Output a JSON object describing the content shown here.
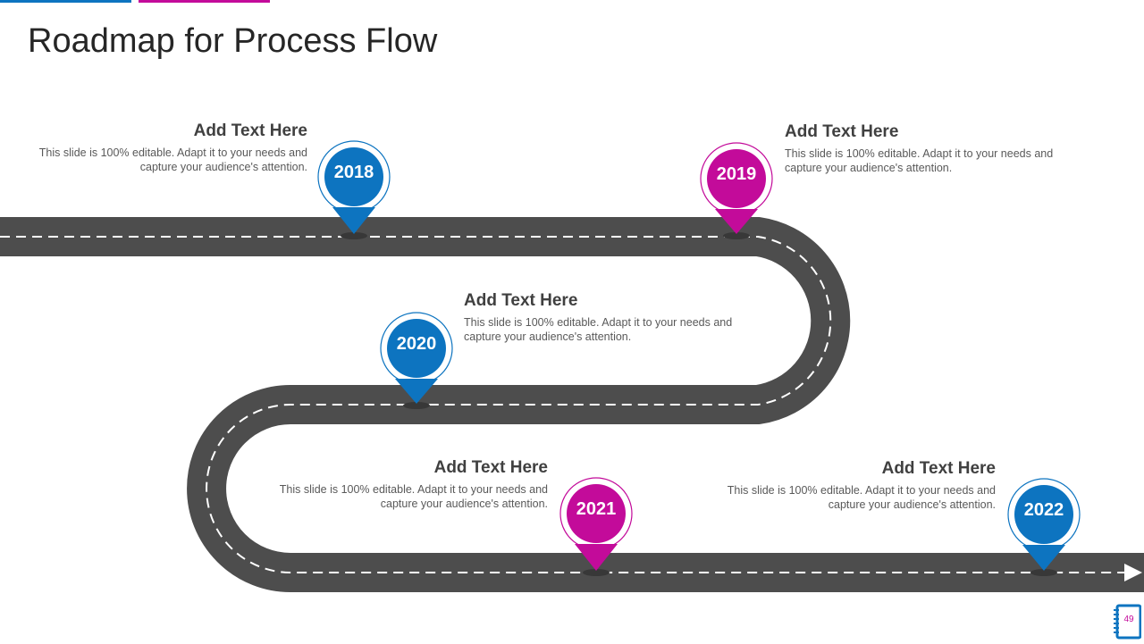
{
  "slide": {
    "title": "Roadmap for Process Flow",
    "page_number": "49"
  },
  "colors": {
    "blue": "#0d74c0",
    "pink": "#c30b9a",
    "road": "#4d4d4d"
  },
  "milestones": [
    {
      "year": "2018",
      "heading": "Add Text Here",
      "body": "This slide is 100% editable. Adapt it to your needs and capture your audience's attention.",
      "color": "blue"
    },
    {
      "year": "2019",
      "heading": "Add Text Here",
      "body": "This slide is 100% editable. Adapt it to your needs and capture your audience's attention.",
      "color": "pink"
    },
    {
      "year": "2020",
      "heading": "Add Text Here",
      "body": "This slide is 100% editable. Adapt it to your needs and capture your audience's attention.",
      "color": "blue"
    },
    {
      "year": "2021",
      "heading": "Add Text Here",
      "body": "This slide is 100% editable. Adapt it to your needs and capture your audience's attention.",
      "color": "pink"
    },
    {
      "year": "2022",
      "heading": "Add Text Here",
      "body": "This slide is 100% editable. Adapt it to your needs and capture your audience's attention.",
      "color": "blue"
    }
  ]
}
